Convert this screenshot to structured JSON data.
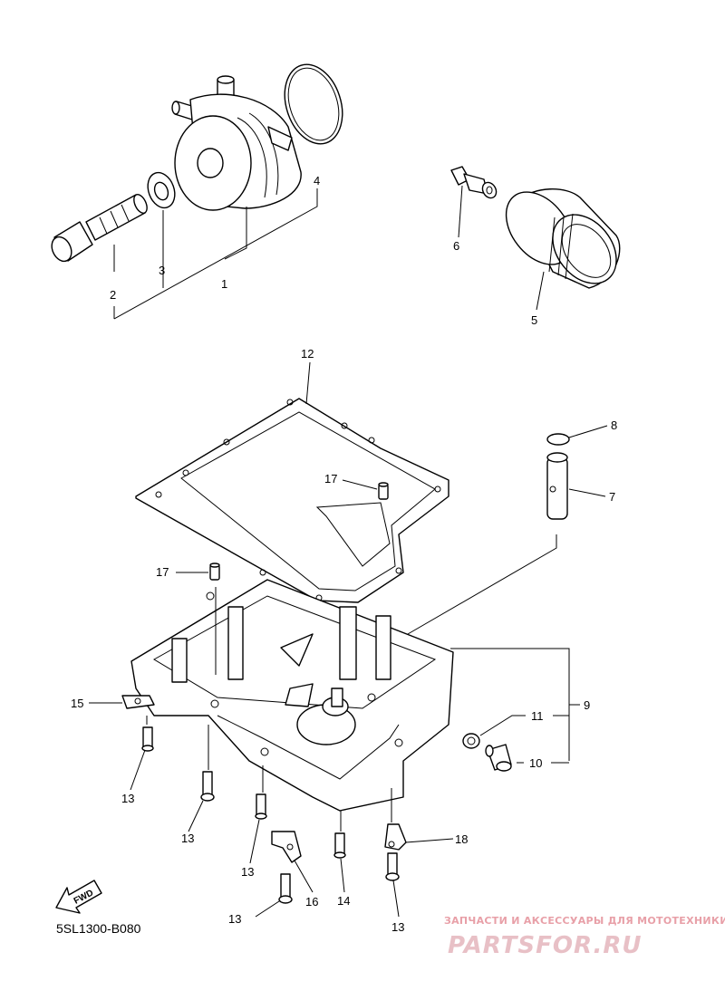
{
  "diagram": {
    "code": "5SL1300-B080",
    "fwd_arrow": "FWD",
    "watermark": {
      "tagline": "ЗАПЧАСТИ И АКСЕССУАРЫ ДЛЯ МОТОТЕХНИКИ",
      "brand": "PARTSFOR.RU"
    },
    "callouts": [
      {
        "id": "1",
        "label": "1"
      },
      {
        "id": "2",
        "label": "2"
      },
      {
        "id": "3",
        "label": "3"
      },
      {
        "id": "4",
        "label": "4"
      },
      {
        "id": "5",
        "label": "5"
      },
      {
        "id": "6",
        "label": "6"
      },
      {
        "id": "7",
        "label": "7"
      },
      {
        "id": "8",
        "label": "8"
      },
      {
        "id": "9",
        "label": "9"
      },
      {
        "id": "10",
        "label": "10"
      },
      {
        "id": "11",
        "label": "11"
      },
      {
        "id": "12",
        "label": "12"
      },
      {
        "id": "13a",
        "label": "13"
      },
      {
        "id": "13b",
        "label": "13"
      },
      {
        "id": "13c",
        "label": "13"
      },
      {
        "id": "13d",
        "label": "13"
      },
      {
        "id": "13e",
        "label": "13"
      },
      {
        "id": "14",
        "label": "14"
      },
      {
        "id": "15",
        "label": "15"
      },
      {
        "id": "16",
        "label": "16"
      },
      {
        "id": "17a",
        "label": "17"
      },
      {
        "id": "17b",
        "label": "17"
      },
      {
        "id": "18",
        "label": "18"
      }
    ]
  }
}
